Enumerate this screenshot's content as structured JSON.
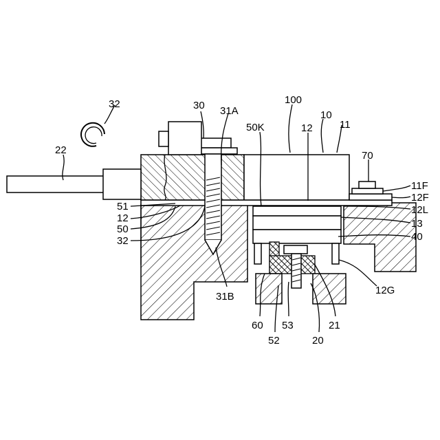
{
  "labels": {
    "l100": "100",
    "l10": "10",
    "l11": "11",
    "l12_top": "12",
    "l50K": "50K",
    "l31A": "31A",
    "l30": "30",
    "l32_top": "32",
    "l22": "22",
    "l70": "70",
    "l11F": "11F",
    "l12F": "12F",
    "l12L": "12L",
    "l13": "13",
    "l40": "40",
    "l12G": "12G",
    "l51": "51",
    "l12_left": "12",
    "l50": "50",
    "l32_left": "32",
    "l31B": "31B",
    "l60": "60",
    "l53": "53",
    "l52": "52",
    "l20": "20",
    "l21": "21"
  }
}
